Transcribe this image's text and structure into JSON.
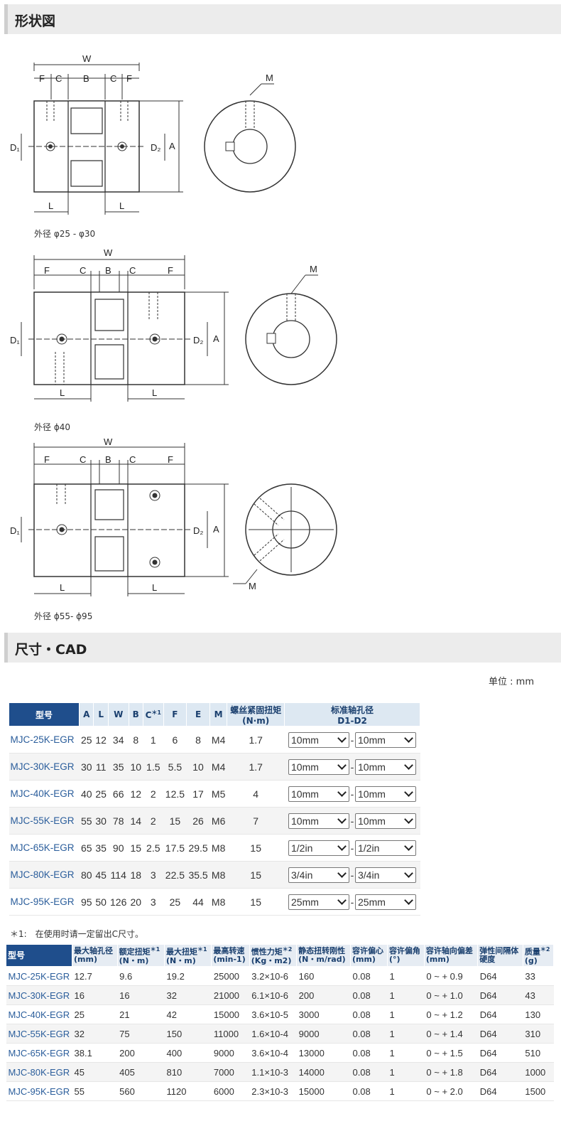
{
  "section_shape": {
    "title": "形状図"
  },
  "drawings": {
    "labels": {
      "W": "W",
      "F": "F",
      "C": "C",
      "B": "B",
      "L": "L",
      "A": "A",
      "M": "M",
      "D1": "D₁",
      "D2": "D₂"
    },
    "captions": [
      "外径 φ25 - φ30",
      "外径 ϕ40",
      "外径 ϕ55- ϕ95"
    ]
  },
  "section_cad": {
    "title": "尺寸・CAD",
    "unit": "单位 : mm"
  },
  "dim_table": {
    "headers": {
      "model": "型号",
      "A": "A",
      "L": "L",
      "W": "W",
      "B": "B",
      "C": "C",
      "C_sup": "＊1",
      "F": "F",
      "E": "E",
      "M": "M",
      "screw_torque": "螺丝紧固扭矩",
      "screw_torque_unit": "(N·m)",
      "bore": "标准轴孔径",
      "bore_sub": "D1-D2"
    },
    "rows": [
      {
        "model": "MJC-25K-EGR",
        "A": "25",
        "L": "12",
        "W": "34",
        "B": "8",
        "C": "1",
        "F": "6",
        "E": "8",
        "M": "M4",
        "torque": "1.7",
        "d1": "10mm",
        "d2": "10mm"
      },
      {
        "model": "MJC-30K-EGR",
        "A": "30",
        "L": "11",
        "W": "35",
        "B": "10",
        "C": "1.5",
        "F": "5.5",
        "E": "10",
        "M": "M4",
        "torque": "1.7",
        "d1": "10mm",
        "d2": "10mm"
      },
      {
        "model": "MJC-40K-EGR",
        "A": "40",
        "L": "25",
        "W": "66",
        "B": "12",
        "C": "2",
        "F": "12.5",
        "E": "17",
        "M": "M5",
        "torque": "4",
        "d1": "10mm",
        "d2": "10mm"
      },
      {
        "model": "MJC-55K-EGR",
        "A": "55",
        "L": "30",
        "W": "78",
        "B": "14",
        "C": "2",
        "F": "15",
        "E": "26",
        "M": "M6",
        "torque": "7",
        "d1": "10mm",
        "d2": "10mm"
      },
      {
        "model": "MJC-65K-EGR",
        "A": "65",
        "L": "35",
        "W": "90",
        "B": "15",
        "C": "2.5",
        "F": "17.5",
        "E": "29.5",
        "M": "M8",
        "torque": "15",
        "d1": "1/2in",
        "d2": "1/2in"
      },
      {
        "model": "MJC-80K-EGR",
        "A": "80",
        "L": "45",
        "W": "114",
        "B": "18",
        "C": "3",
        "F": "22.5",
        "E": "35.5",
        "M": "M8",
        "torque": "15",
        "d1": "3/4in",
        "d2": "3/4in"
      },
      {
        "model": "MJC-95K-EGR",
        "A": "95",
        "L": "50",
        "W": "126",
        "B": "20",
        "C": "3",
        "F": "25",
        "E": "44",
        "M": "M8",
        "torque": "15",
        "d1": "25mm",
        "d2": "25mm"
      }
    ],
    "bore_dash": "-"
  },
  "note": "＊1:　在使用时请一定留出C尺寸。",
  "spec_table": {
    "headers": {
      "model": "型号",
      "max_bore": "最大轴孔径",
      "max_bore_unit": "(mm)",
      "rated_torque": "额定扭矩",
      "rated_torque_sup": "＊1",
      "rated_torque_unit": "(N・m)",
      "max_torque": "最大扭矩",
      "max_torque_sup": "＊1",
      "max_torque_unit": "(N・m)",
      "max_speed": "最高转速",
      "max_speed_unit": "(min-1)",
      "inertia": "惯性力矩",
      "inertia_sup": "＊2",
      "inertia_unit": "(Kg・m2)",
      "stiffness": "静态扭转刚性",
      "stiffness_unit": "(N・m/rad)",
      "misalign": "容许偏心",
      "misalign_unit": "(mm)",
      "angle": "容许偏角",
      "angle_unit": "(°)",
      "axial": "容许轴向偏差",
      "axial_unit": "(mm)",
      "hardness": "弹性间隔体",
      "hardness_2": "硬度",
      "mass": "质量",
      "mass_sup": "＊2",
      "mass_unit": "(g)"
    },
    "rows": [
      {
        "model": "MJC-25K-EGR",
        "max_bore": "12.7",
        "rated": "9.6",
        "max_t": "19.2",
        "speed": "25000",
        "inertia": "3.2×10-6",
        "stiff": "160",
        "ecc": "0.08",
        "angle": "1",
        "axial": "0 ~ + 0.9",
        "hard": "D64",
        "mass": "33"
      },
      {
        "model": "MJC-30K-EGR",
        "max_bore": "16",
        "rated": "16",
        "max_t": "32",
        "speed": "21000",
        "inertia": "6.1×10-6",
        "stiff": "200",
        "ecc": "0.08",
        "angle": "1",
        "axial": "0 ~ + 1.0",
        "hard": "D64",
        "mass": "43"
      },
      {
        "model": "MJC-40K-EGR",
        "max_bore": "25",
        "rated": "21",
        "max_t": "42",
        "speed": "15000",
        "inertia": "3.6×10-5",
        "stiff": "3000",
        "ecc": "0.08",
        "angle": "1",
        "axial": "0 ~ + 1.2",
        "hard": "D64",
        "mass": "130"
      },
      {
        "model": "MJC-55K-EGR",
        "max_bore": "32",
        "rated": "75",
        "max_t": "150",
        "speed": "11000",
        "inertia": "1.6×10-4",
        "stiff": "9000",
        "ecc": "0.08",
        "angle": "1",
        "axial": "0 ~ + 1.4",
        "hard": "D64",
        "mass": "310"
      },
      {
        "model": "MJC-65K-EGR",
        "max_bore": "38.1",
        "rated": "200",
        "max_t": "400",
        "speed": "9000",
        "inertia": "3.6×10-4",
        "stiff": "13000",
        "ecc": "0.08",
        "angle": "1",
        "axial": "0 ~ + 1.5",
        "hard": "D64",
        "mass": "510"
      },
      {
        "model": "MJC-80K-EGR",
        "max_bore": "45",
        "rated": "405",
        "max_t": "810",
        "speed": "7000",
        "inertia": "1.1×10-3",
        "stiff": "14000",
        "ecc": "0.08",
        "angle": "1",
        "axial": "0 ~ + 1.8",
        "hard": "D64",
        "mass": "1000"
      },
      {
        "model": "MJC-95K-EGR",
        "max_bore": "55",
        "rated": "560",
        "max_t": "1120",
        "speed": "6000",
        "inertia": "2.3×10-3",
        "stiff": "15000",
        "ecc": "0.08",
        "angle": "1",
        "axial": "0 ~ + 2.0",
        "hard": "D64",
        "mass": "1500"
      }
    ]
  }
}
